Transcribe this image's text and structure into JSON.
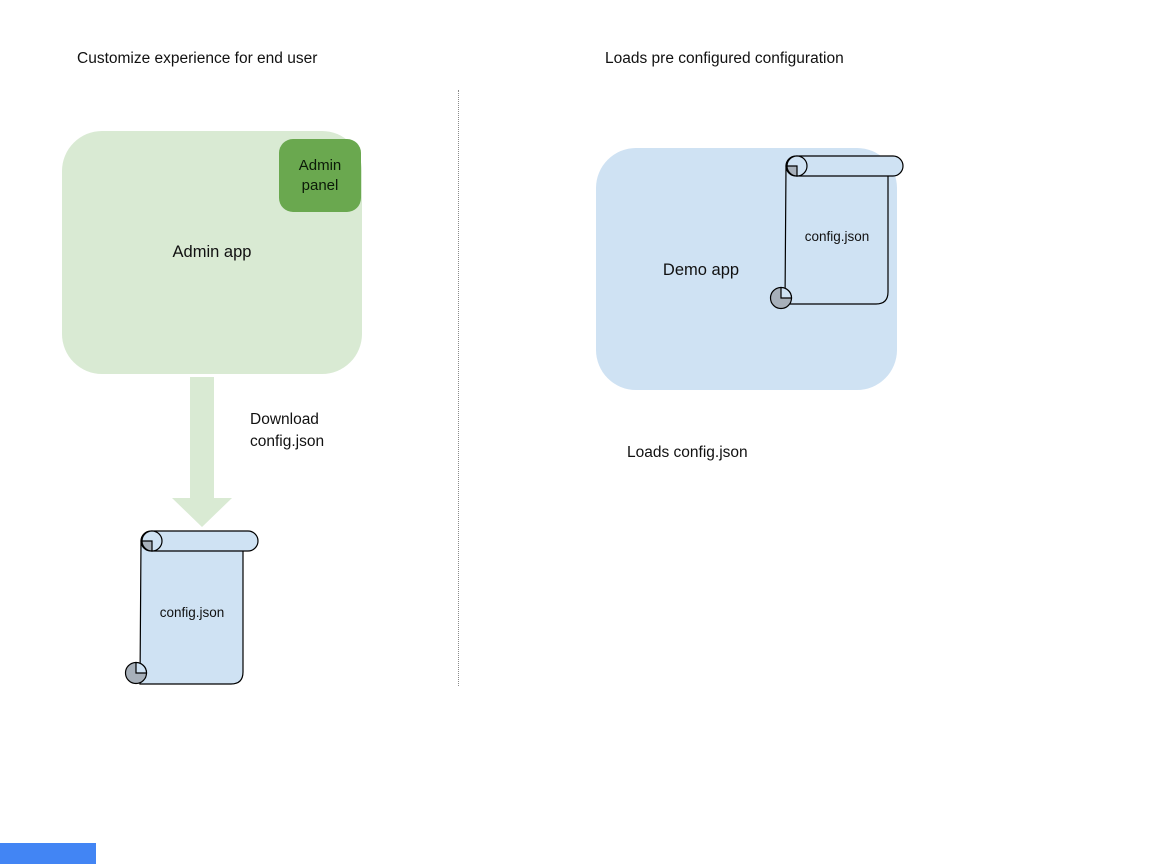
{
  "colors": {
    "app_box_green": "#d9ead3",
    "panel_green": "#6aa84f",
    "app_box_blue": "#cfe2f3",
    "scroll_fill_blue": "#cfe2f3",
    "curl_gray": "#a7b0ba",
    "shape_outline": "#000000",
    "divider_gray": "#8a8a8a",
    "text": "#111111",
    "corner_accent_blue": "#4285f4"
  },
  "left_section": {
    "title": "Customize experience for end user",
    "admin_app": {
      "label": "Admin app",
      "panel_label": "Admin panel"
    },
    "arrow_caption": "Download config.json",
    "config_file": {
      "label": "config.json"
    }
  },
  "right_section": {
    "title": "Loads pre configured configuration",
    "demo_app": {
      "label": "Demo app"
    },
    "config_file": {
      "label": "config.json"
    },
    "caption": "Loads config.json"
  }
}
